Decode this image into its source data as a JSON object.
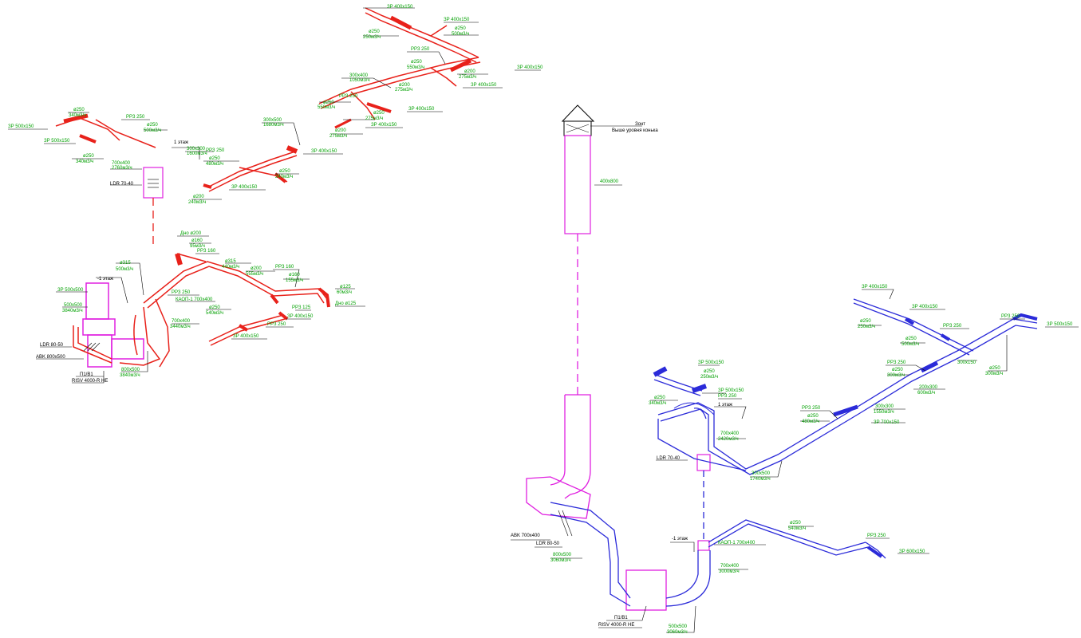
{
  "colors": {
    "supply": "#e8211a",
    "exhaust": "#2b2bd9",
    "equipment": "#e020e0",
    "label_green": "#00a000",
    "label_black": "#000000"
  },
  "supply_system": {
    "floor1_label": "1 этаж",
    "floor_minus1_label": "-1 этаж",
    "ldr70": "LDR 70-40",
    "ldr80": "LDR 80-50",
    "abk": "ABK 800x500",
    "unit_p1": "П1/В1",
    "unit_model": "RISV 4000-R HE",
    "dim_700_400_top": "700x400",
    "flow_2760": "2760м3/ч",
    "dim_300_300": "300x300",
    "flow_1600": "1600м3/ч",
    "dim_300_500": "300x500",
    "flow_1680": "1680м3/ч",
    "dim_300_400": "300x400",
    "flow_1050": "1050м3/ч",
    "zr_500_150_a": "ЗР 500x150",
    "zr_500_150_b": "ЗР 500x150",
    "d250_a": "ø250",
    "flow_340_a": "340м3/ч",
    "d250_b": "ø250",
    "flow_340_b": "340м3/ч",
    "rpz250_a": "РРЗ 250",
    "d250_c": "ø250",
    "flow_500_a": "500м3/ч",
    "rpz250_b": "РРЗ 250",
    "d250_d": "ø250",
    "flow_480": "480м3/ч",
    "d250_e": "ø250",
    "flow_240_a": "240м3/ч",
    "zr_400_150_a": "ЗР 400x150",
    "zr_400_150_b": "ЗР 400x150",
    "d200_a": "ø200",
    "flow_240_b": "240м3/ч",
    "zr_400_150_c": "ЗР 400x150",
    "zr_400_150_d": "ЗР 400x150",
    "d250_f": "ø250",
    "flow_250": "250м3/ч",
    "d250_g": "ø250",
    "flow_500_b": "500м3/ч",
    "rpz250_c": "РРЗ 250",
    "d250_h": "ø250",
    "flow_550_a": "550м3/ч",
    "d200_b": "ø200",
    "flow_275_a": "275м3/ч",
    "d200_c": "ø200",
    "flow_275_b": "275м3/ч",
    "zr_400_150_e": "ЗР 400x150",
    "zr_400_150_f": "ЗР 400x150",
    "rpz250_d": "РРЗ 250",
    "d250_i": "ø250",
    "flow_550_b": "550м3/ч",
    "d250_j": "ø250",
    "flow_275_c": "275м3/ч",
    "d200_d": "ø200",
    "flow_275_d": "275м3/ч",
    "zr_400_150_g": "ЗР 400x150",
    "zr_400_150_h": "ЗР 400x150",
    "dn_d200": "Дно ø200",
    "d160_a": "ø160",
    "flow_95": "95м3/ч",
    "rpz160_a": "РРЗ 160",
    "d315_a": "ø315",
    "flow_500_c": "500м3/ч",
    "d315_b": "ø315",
    "flow_440": "440м3/ч",
    "d200_e": "ø200",
    "flow_555": "555м3/ч",
    "rpz160_b": "РРЗ 160",
    "d160_b": "ø160",
    "flow_155": "155м3/ч",
    "d125": "ø125",
    "flow_60": "60м3/ч",
    "rpz125": "РРЗ 125",
    "dn_d125": "Дно ø125",
    "zr_500_500": "ЗР 500x500",
    "dim_500_500": "500x500",
    "flow_3840_a": "3840м3/ч",
    "rpz250_e": "РРЗ 250",
    "kaop": "КАОП-1 700x400",
    "dim_700_400_b": "700x400",
    "flow_3440": "3440м3/ч",
    "d250_k": "ø250",
    "flow_540": "540м3/ч",
    "zr_400_150_i": "ЗР 400x150",
    "rpz250_f": "РРЗ 250",
    "zr_400_150_j": "ЗР 400x150",
    "dim_800_500": "800x500",
    "flow_3840_b": "3840м3/ч"
  },
  "exhaust_system": {
    "zont": "Зонт",
    "above_ridge": "Выше уровня конька",
    "dim_400_800": "400x800",
    "abk": "ABK 700x400",
    "ldr80": "LDR 80-50",
    "dim_800_500": "800x500",
    "flow_3060_a": "3060м3/ч",
    "unit_p1": "П1/В1",
    "unit_model": "RISV 4000-R HE",
    "dim_500_500": "500x500",
    "flow_3060_b": "3060м3/ч",
    "dim_700_400_a": "700x400",
    "flow_3000": "3000м3/ч",
    "floor_minus1": "-1 этаж",
    "kaop": "КАОП-1 700x400",
    "d250_a": "ø250",
    "flow_540": "540м3/ч",
    "rpz250_a": "РРЗ 250",
    "zr_600_150": "ЗР 600x150",
    "ldr70": "LDR 70-40",
    "dim_700_400_b": "700x400",
    "flow_2420": "2420м3/ч",
    "floor1": "1 этаж",
    "zr_500_150_a": "ЗР 500x150",
    "d250_b": "ø250",
    "flow_250": "250м3/ч",
    "zr_500_150_b": "ЗР 500x150",
    "rpz250_b": "РРЗ 250",
    "d250_c": "ø250",
    "flow_340": "340м3/ч",
    "dim_300_500": "300x500",
    "flow_1740": "1740м3/ч",
    "rpz250_c": "РРЗ 250",
    "d250_d": "ø250",
    "flow_480": "480м3/ч",
    "zr_700_150": "ЗР 700x150",
    "dim_300_300": "300x300",
    "flow_1550": "1550м3/ч",
    "rpz250_d": "РРЗ 250",
    "d250_e": "ø250",
    "flow_300_a": "300м3/ч",
    "dim_200_300": "200x300",
    "flow_600": "600м3/ч",
    "dim_100_150": "300x150",
    "d250_f": "ø250",
    "flow_300_b": "300м3/ч",
    "zr_400_150_a": "ЗР 400x150",
    "zr_400_150_b": "ЗР 400x150",
    "rpz250_e": "РРЗ 250",
    "d250_g": "ø250",
    "flow_250_b": "250м3/ч",
    "d250_h": "ø250",
    "flow_500": "500м3/ч",
    "rpz250_f": "РРЗ 250",
    "zr_500_150_c": "ЗР 500x150"
  }
}
